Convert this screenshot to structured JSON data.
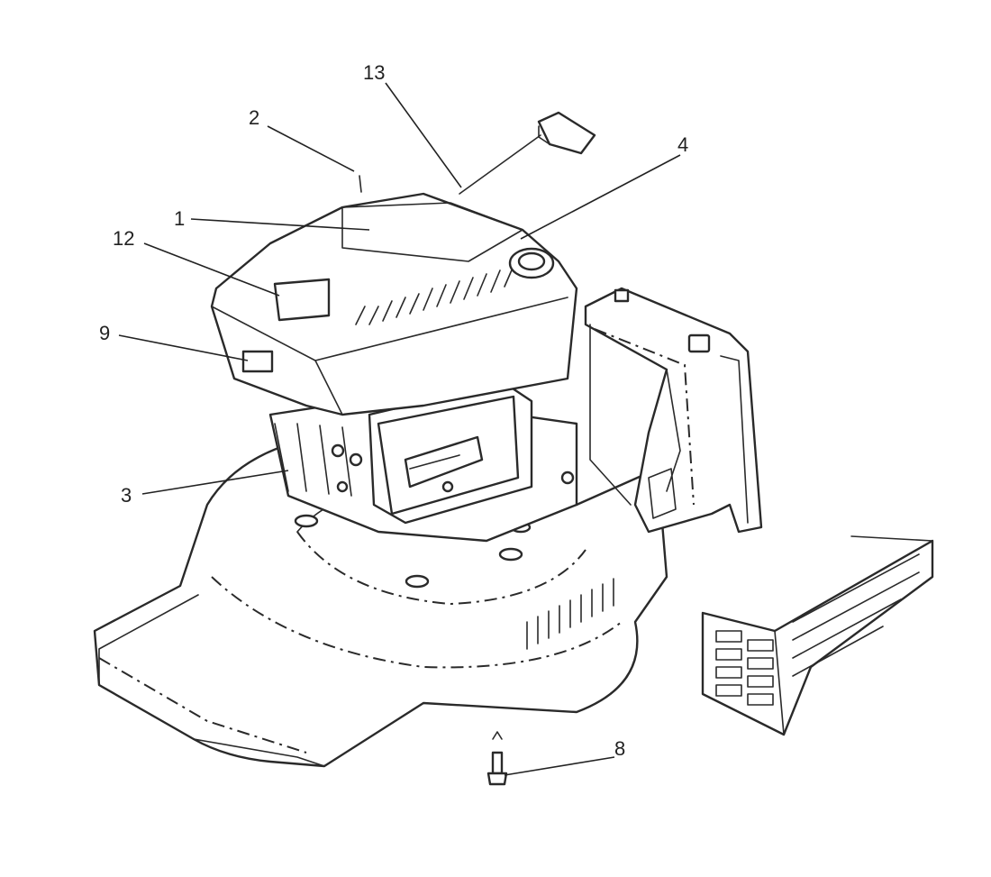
{
  "diagram": {
    "callouts": [
      {
        "label": "1"
      },
      {
        "label": "2"
      },
      {
        "label": "3"
      },
      {
        "label": "4"
      },
      {
        "label": "8"
      },
      {
        "label": "9"
      },
      {
        "label": "12"
      },
      {
        "label": "13"
      }
    ]
  },
  "colors": {
    "line": "#2a2a2a",
    "background": "#ffffff"
  }
}
